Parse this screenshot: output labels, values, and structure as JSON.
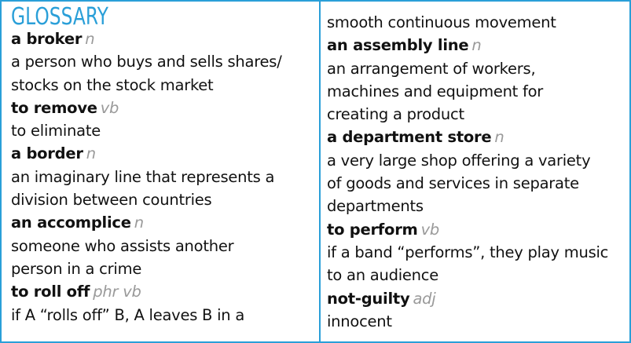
{
  "title": "GLOSSARY",
  "left": {
    "entries": [
      {
        "term": "a broker",
        "pos": "n",
        "definition_lines": [
          "a person who buys and sells shares/",
          "stocks on the stock market"
        ]
      },
      {
        "term": "to remove",
        "pos": "vb",
        "definition_lines": [
          "to eliminate"
        ]
      },
      {
        "term": "a border",
        "pos": "n",
        "definition_lines": [
          "an imaginary line that represents a",
          "division between countries"
        ]
      },
      {
        "term": "an accomplice",
        "pos": "n",
        "definition_lines": [
          "someone who assists another",
          "person in a crime"
        ]
      },
      {
        "term": "to roll off",
        "pos": "phr vb",
        "definition_lines": [
          "if A “rolls off” B, A leaves B in a"
        ]
      }
    ]
  },
  "right": {
    "continuation": "smooth continuous movement",
    "entries": [
      {
        "term": "an assembly line",
        "pos": "n",
        "definition_lines": [
          "an arrangement of workers,",
          "machines and equipment for",
          "creating a product"
        ]
      },
      {
        "term": "a department store",
        "pos": "n",
        "definition_lines": [
          "a very large shop offering a variety",
          "of goods and services in separate",
          "departments"
        ]
      },
      {
        "term": "to perform",
        "pos": "vb",
        "definition_lines": [
          "if a band “performs”, they play music",
          "to an audience"
        ]
      },
      {
        "term": "not-guilty",
        "pos": "adj",
        "definition_lines": [
          "innocent"
        ]
      }
    ]
  },
  "colors": {
    "accent": "#2a9fd8",
    "text": "#111111",
    "pos": "#9a9a9a"
  }
}
